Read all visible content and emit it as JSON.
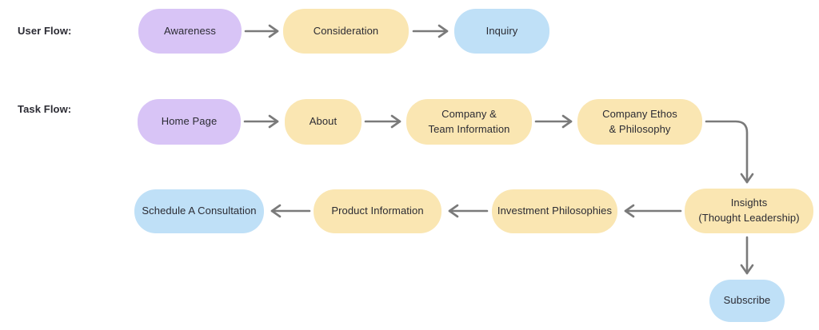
{
  "colors": {
    "bg": "#ffffff",
    "purple": "#d8c4f6",
    "yellow": "#fae6b2",
    "blue": "#bfe0f7",
    "arrow": "#7a7a7a",
    "text": "#2b2b33"
  },
  "labels": {
    "user_flow": "User Flow:",
    "task_flow": "Task Flow:"
  },
  "nodes": {
    "awareness": "Awareness",
    "consideration": "Consideration",
    "inquiry": "Inquiry",
    "home_page": "Home Page",
    "about": "About",
    "company_team": "Company &\nTeam Information",
    "company_ethos": "Company Ethos\n& Philosophy",
    "insights": "Insights\n(Thought Leadership)",
    "investment_philosophies": "Investment Philosophies",
    "product_information": "Product Information",
    "schedule_consultation": "Schedule A Consultation",
    "subscribe": "Subscribe"
  }
}
